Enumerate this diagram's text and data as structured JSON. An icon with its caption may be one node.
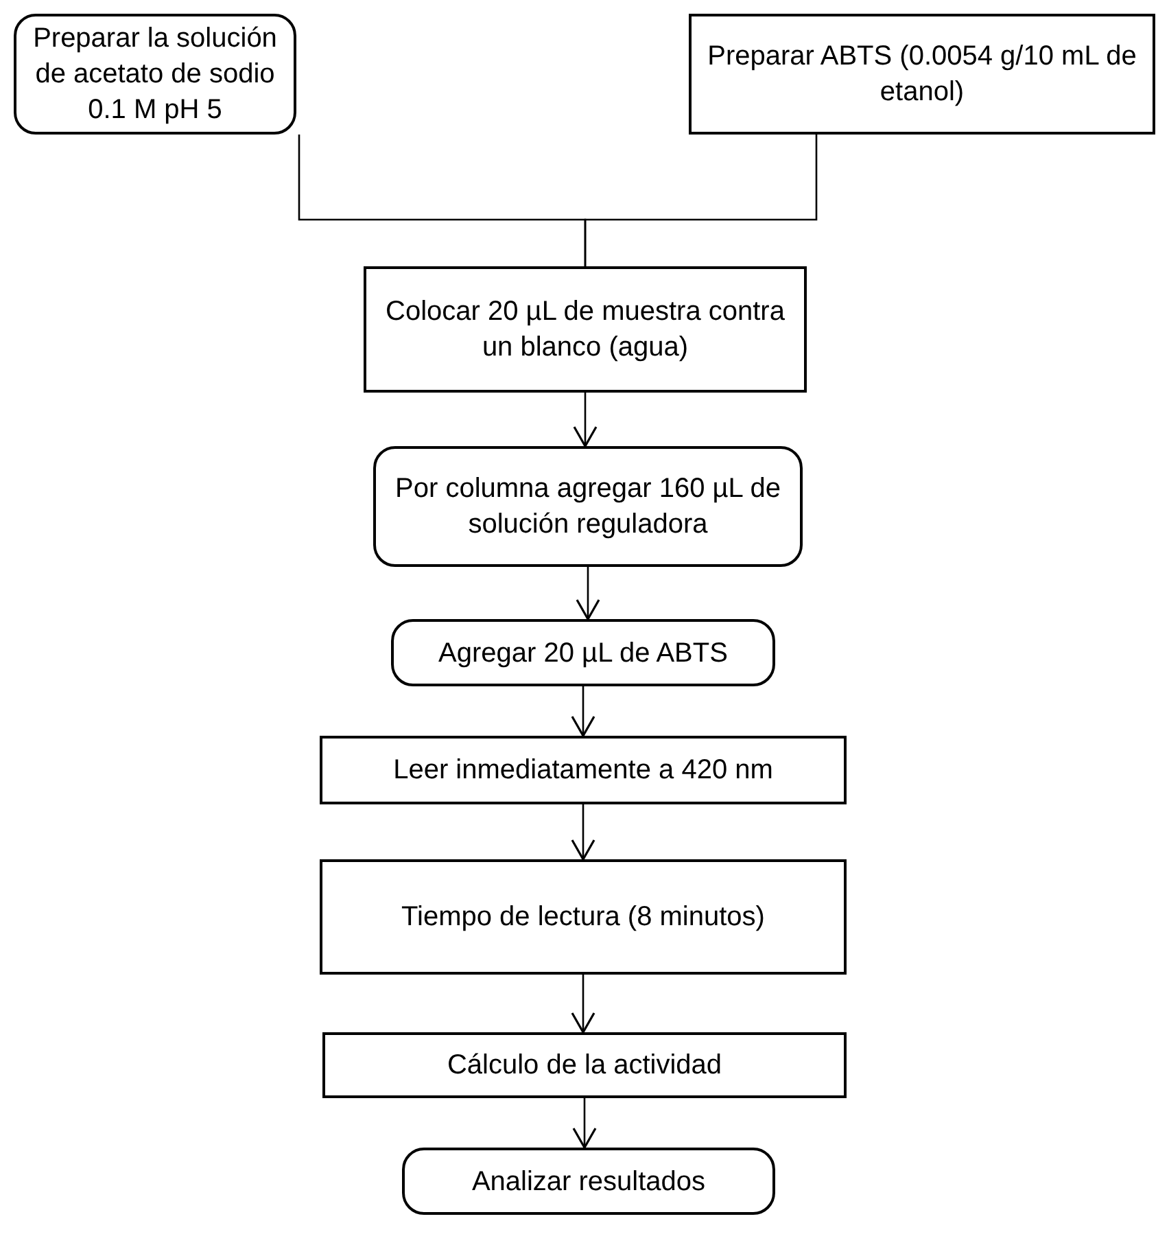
{
  "diagram": {
    "nodes": [
      {
        "text": [
          "Preparar la solución de acetato de sodio 0.1 M pH 5"
        ]
      },
      {
        "text": [
          "Preparar ABTS (0.0054 g/10 mL de etanol)"
        ]
      },
      {
        "text": [
          "Colocar 20 µL de muestra contra un blanco (agua)"
        ]
      },
      {
        "text": [
          "Por columna agregar 160 µL de solución reguladora"
        ]
      },
      {
        "text": [
          "Agregar 20 µL de ABTS"
        ]
      },
      {
        "text": [
          "Leer inmediatamente a 420 nm"
        ]
      },
      {
        "text": [
          "Tiempo de lectura (8 minutos)"
        ]
      },
      {
        "text": [
          "Cálculo de la actividad"
        ]
      },
      {
        "text": [
          "Analizar resultados"
        ]
      }
    ],
    "edges": [
      {
        "from": 0,
        "to": 2,
        "arrow": "none"
      },
      {
        "from": 1,
        "to": 2,
        "arrow": "none"
      },
      {
        "from": 2,
        "to": 3,
        "arrow": "to"
      },
      {
        "from": 3,
        "to": 4,
        "arrow": "to"
      },
      {
        "from": 4,
        "to": 5,
        "arrow": "to"
      },
      {
        "from": 5,
        "to": 6,
        "arrow": "to"
      },
      {
        "from": 6,
        "to": 7,
        "arrow": "to"
      },
      {
        "from": 7,
        "to": 8,
        "arrow": "to"
      }
    ]
  }
}
